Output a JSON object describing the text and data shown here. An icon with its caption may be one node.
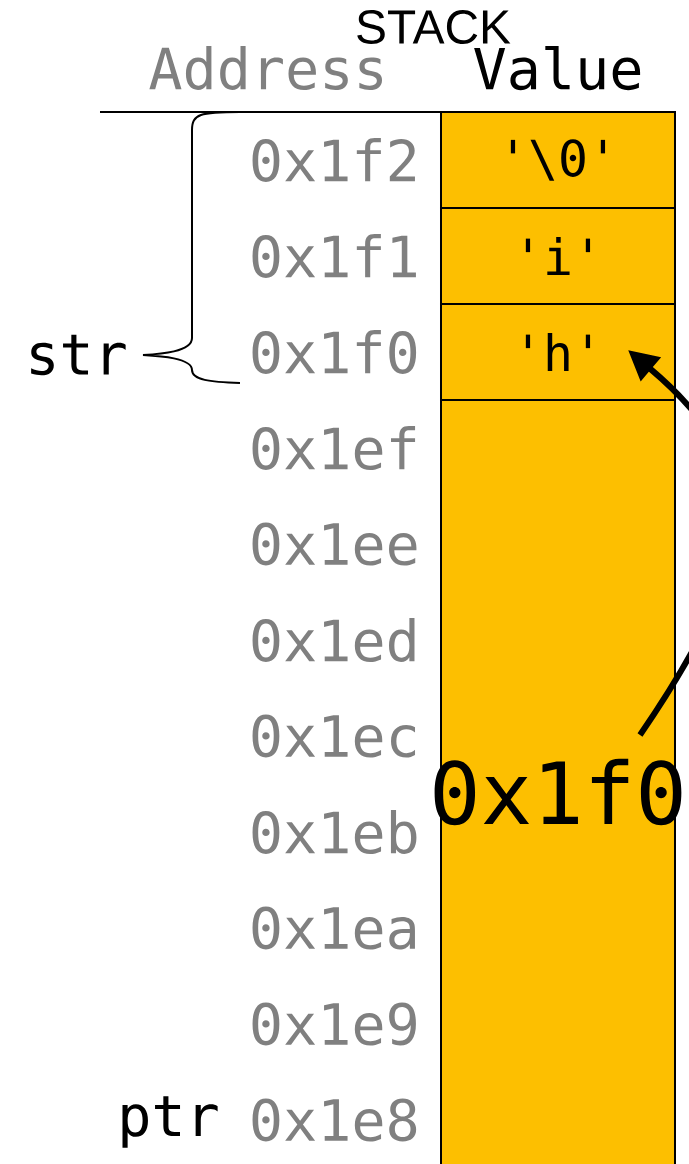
{
  "diagram": {
    "title": "STACK",
    "nodes": [
      {
        "text": [
          "'\\0'"
        ]
      },
      {
        "text": [
          "'i'"
        ]
      },
      {
        "text": [
          "'h'"
        ]
      },
      {
        "text": [
          "0x1f0"
        ]
      }
    ],
    "edges": [
      {
        "from": 3,
        "to": 2,
        "arrow": "to"
      }
    ],
    "labels": [
      "Address",
      "Value",
      "0x1f2",
      "0x1f1",
      "str",
      "0x1f0",
      "0x1ef",
      "0x1ee",
      "0x1ed",
      "0x1ec",
      "0x1eb",
      "0x1ea",
      "0x1e9",
      "ptr",
      "0x1e8"
    ]
  }
}
